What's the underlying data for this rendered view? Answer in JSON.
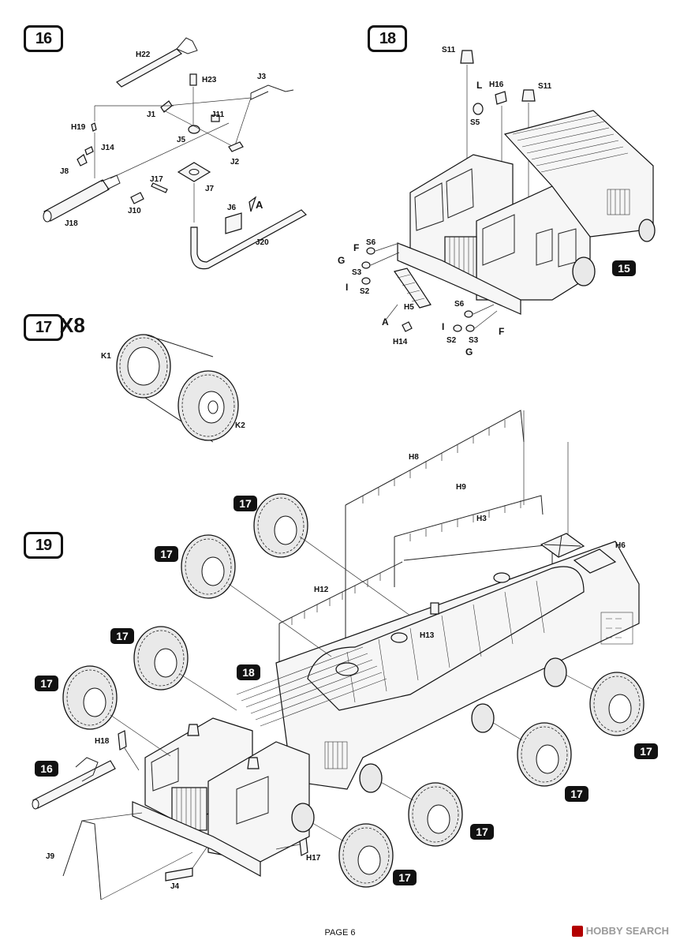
{
  "steps": {
    "s16": "16",
    "s17": "17",
    "s17_qty": "X8",
    "s18": "18",
    "s19": "19"
  },
  "step16_labels": {
    "H22": "H22",
    "H23": "H23",
    "J3": "J3",
    "J1": "J1",
    "J11": "J11",
    "H19": "H19",
    "J5": "J5",
    "J2": "J2",
    "J14": "J14",
    "J8": "J8",
    "J7": "J7",
    "J17": "J17",
    "J6": "J6",
    "A": "A",
    "J10": "J10",
    "J18": "J18",
    "J20": "J20"
  },
  "step17_labels": {
    "K1": "K1",
    "K2": "K2"
  },
  "step18_labels": {
    "S11a": "S11",
    "S11b": "S11",
    "L": "L",
    "H16": "H16",
    "S5": "S5",
    "F1": "F",
    "S6a": "S6",
    "G1": "G",
    "S3a": "S3",
    "I1": "I",
    "S2a": "S2",
    "H5": "H5",
    "A": "A",
    "H14": "H14",
    "S6b": "S6",
    "I2": "I",
    "S2b": "S2",
    "S3b": "S3",
    "F2": "F",
    "G2": "G",
    "ref15": "15"
  },
  "step19_labels": {
    "H8": "H8",
    "H9": "H9",
    "H3": "H3",
    "H6": "H6",
    "H12": "H12",
    "H13": "H13",
    "H18": "H18",
    "H17": "H17",
    "J9": "J9",
    "J4": "J4",
    "ref17_1": "17",
    "ref17_2": "17",
    "ref17_3": "17",
    "ref17_4": "17",
    "ref17_5": "17",
    "ref17_6": "17",
    "ref17_7": "17",
    "ref17_8": "17",
    "ref18": "18",
    "ref16": "16"
  },
  "footer": {
    "page": "PAGE 6"
  },
  "watermark": {
    "text": "HOBBY SEARCH"
  }
}
